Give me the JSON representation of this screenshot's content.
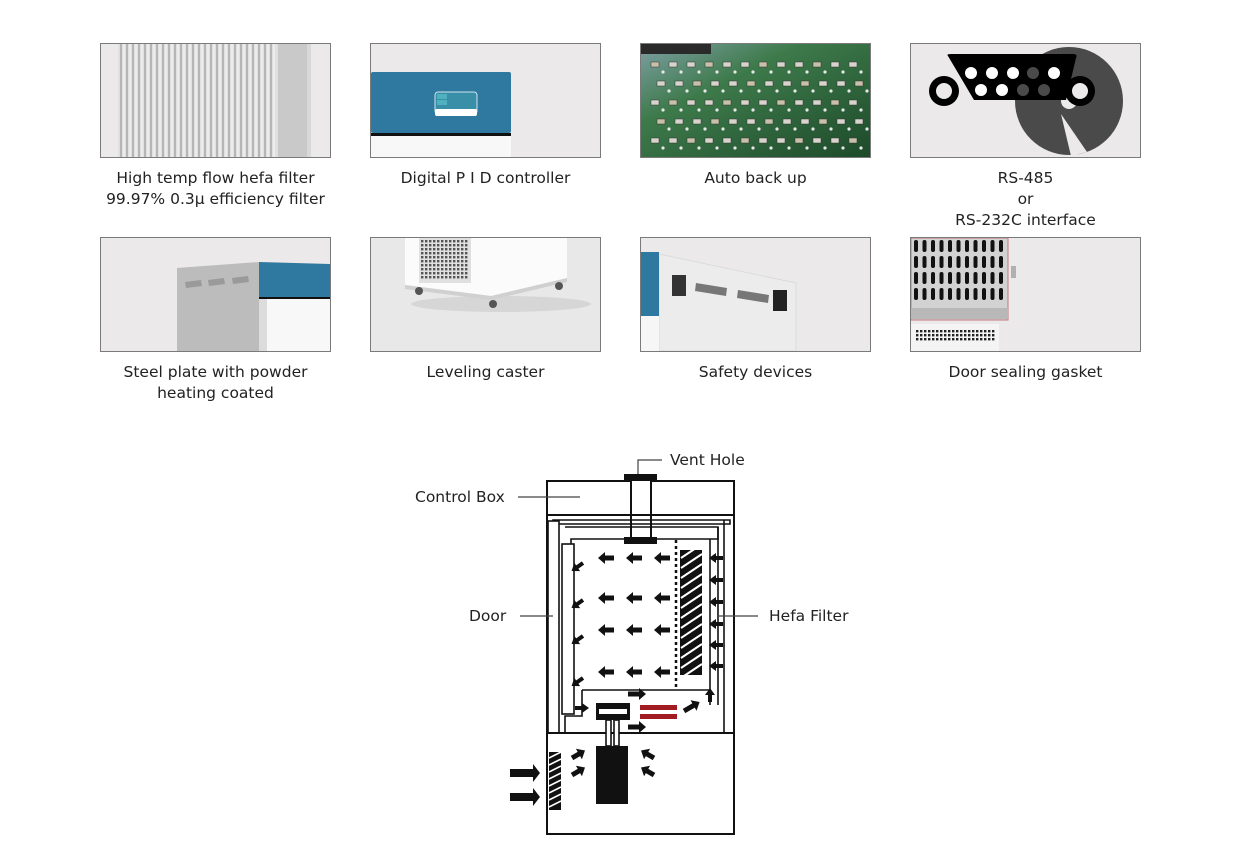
{
  "features": [
    {
      "id": "hefa-filter",
      "image": "hefa-filter-photo",
      "caption": "High temp flow hefa filter\n99.97% 0.3µ efficiency filter"
    },
    {
      "id": "pid-controller",
      "image": "pid-controller-photo",
      "caption": "Digital P I D controller"
    },
    {
      "id": "auto-backup",
      "image": "circuit-board-photo",
      "caption": "Auto back up"
    },
    {
      "id": "interface",
      "image": "serial-port-disc-icon",
      "caption": "RS-485\nor\nRS-232C interface"
    },
    {
      "id": "steel-plate",
      "image": "steel-plate-photo",
      "caption": "Steel plate with powder\nheating coated"
    },
    {
      "id": "caster",
      "image": "leveling-caster-photo",
      "caption": "Leveling caster"
    },
    {
      "id": "safety",
      "image": "safety-devices-photo",
      "caption": "Safety devices"
    },
    {
      "id": "gasket",
      "image": "door-gasket-photo",
      "caption": "Door sealing gasket"
    }
  ],
  "diagram": {
    "labels": {
      "vent_hole": "Vent Hole",
      "control_box": "Control Box",
      "door": "Door",
      "hefa_filter": "Hefa Filter"
    },
    "colors": {
      "accent_blue": "#2f78a0",
      "heater_red": "#a01c22",
      "line": "#111111"
    }
  }
}
